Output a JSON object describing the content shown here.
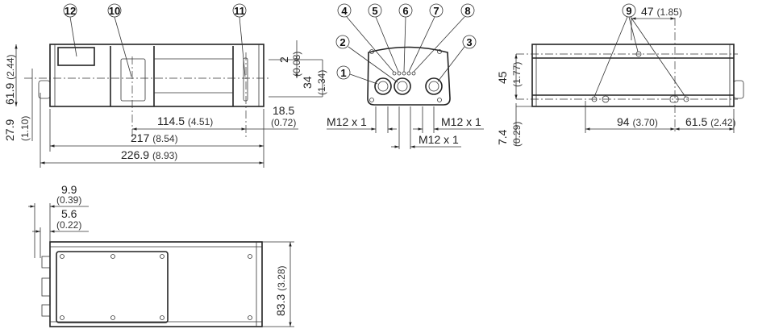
{
  "callouts": {
    "c1": "1",
    "c2": "2",
    "c3": "3",
    "c4": "4",
    "c5": "5",
    "c6": "6",
    "c7": "7",
    "c8": "8",
    "c9": "9",
    "c10": "10",
    "c11": "11",
    "c12": "12"
  },
  "front_view": {
    "height_mm": "61.9",
    "height_in": "(2.44)",
    "axis_mm": "27.9",
    "axis_in": "(1.10)",
    "offset_mm": "2",
    "offset_in": "(0.08)",
    "slot_mm": "34",
    "slot_in": "(1.34)",
    "d1_mm": "114.5",
    "d1_in": "(4.51)",
    "d2_mm": "18.5",
    "d2_in": "(0.72)",
    "len_mm": "217",
    "len_in": "(8.54)",
    "total_mm": "226.9",
    "total_in": "(8.93)"
  },
  "connector_view": {
    "thread_left": "M12 x 1",
    "thread_right": "M12 x 1",
    "thread_center": "M12 x 1"
  },
  "side_view": {
    "d47_mm": "47",
    "d47_in": "(1.85)",
    "d45_mm": "45",
    "d45_in": "(1.77)",
    "d74_mm": "7.4",
    "d74_in": "(0.29)",
    "d94_mm": "94",
    "d94_in": "(3.70)",
    "d615_mm": "61.5",
    "d615_in": "(2.42)"
  },
  "top_view": {
    "d99_mm": "9.9",
    "d99_in": "(0.39)",
    "d56_mm": "5.6",
    "d56_in": "(0.22)",
    "d833_mm": "83.3",
    "d833_in": "(3.28)"
  }
}
